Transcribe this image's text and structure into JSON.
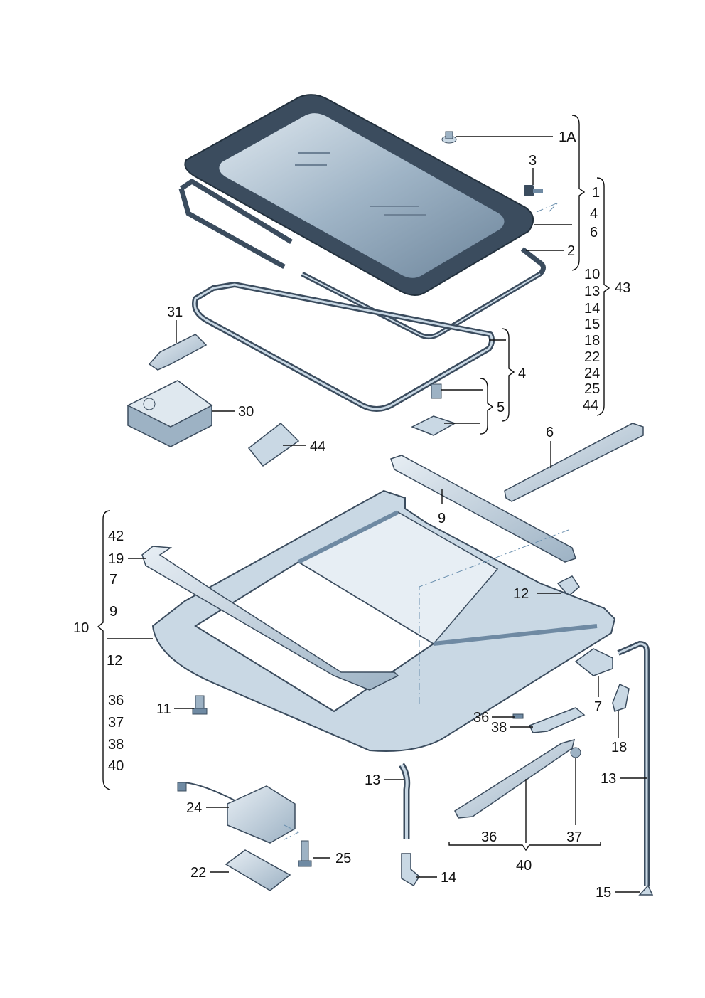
{
  "callouts": {
    "c1A": "1A",
    "c3": "3",
    "c2": "2",
    "c31": "31",
    "c30": "30",
    "c44": "44",
    "c4": "4",
    "c5": "5",
    "c6": "6",
    "c9": "9",
    "c12": "12",
    "c19": "19",
    "c10": "10",
    "c11": "11",
    "c7": "7",
    "c36": "36",
    "c38": "38",
    "c18": "18",
    "c13a": "13",
    "c13b": "13",
    "c14": "14",
    "c15": "15",
    "c24": "24",
    "c25": "25",
    "c22": "22",
    "c36b": "36",
    "c37b": "37",
    "c40": "40"
  },
  "group_top_right": {
    "items": [
      "1",
      "4",
      "6",
      "10",
      "13",
      "14",
      "15",
      "18",
      "22",
      "24",
      "25",
      "44"
    ],
    "total": "43"
  },
  "group_left": {
    "items": [
      "42",
      "19",
      "7",
      "9",
      "12",
      "36",
      "37",
      "38",
      "40"
    ]
  },
  "colors": {
    "glass_edge": "#3b4c5e",
    "glass_tint": "#9fb4c6",
    "part_fill": "#c9d8e4",
    "part_dark": "#6f8aa3",
    "line": "#111111"
  }
}
